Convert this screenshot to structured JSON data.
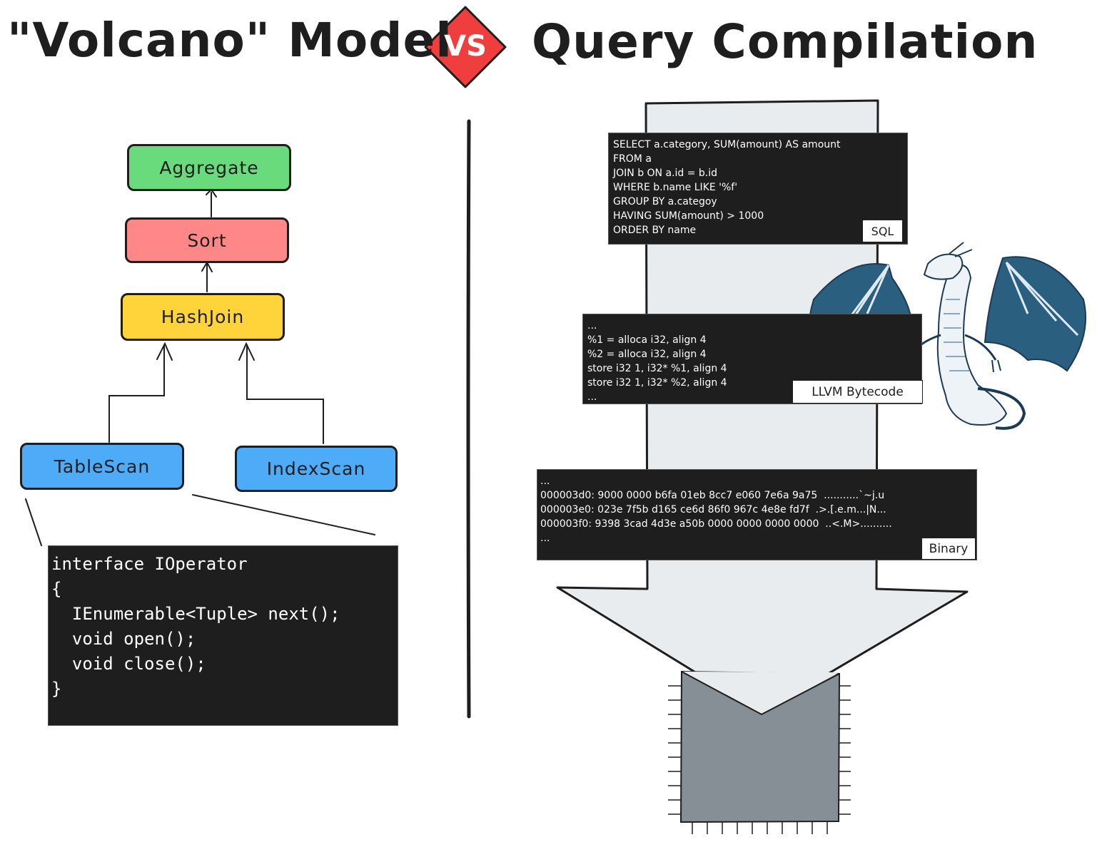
{
  "titles": {
    "left": "\"Volcano\" Model",
    "vs": "VS",
    "right": "Query Compilation"
  },
  "colors": {
    "aggregate": "#69db7c",
    "sort": "#ff8787",
    "hashjoin": "#ffd43b",
    "scan": "#4dabf7",
    "vs_badge": "#f03e3e",
    "code_bg": "#1e1e1e",
    "arrow_fill": "#e9ecef",
    "chip_fill": "#868e96"
  },
  "volcano": {
    "nodes": {
      "aggregate": "Aggregate",
      "sort": "Sort",
      "hashjoin": "HashJoin",
      "tablescan": "TableScan",
      "indexscan": "IndexScan"
    },
    "interface_code": [
      "interface IOperator",
      "{",
      "  IEnumerable<Tuple> next();",
      "  void open();",
      "  void close();",
      "}"
    ]
  },
  "compilation": {
    "sql": {
      "lines": [
        "SELECT a.category, SUM(amount) AS amount",
        "FROM a",
        "JOIN b ON a.id = b.id",
        "WHERE b.name LIKE '%f'",
        "GROUP BY a.categoy",
        "HAVING SUM(amount) > 1000",
        "ORDER BY name"
      ],
      "tag": "SQL"
    },
    "llvm": {
      "lines": [
        "...",
        "%1 = alloca i32, align 4",
        "%2 = alloca i32, align 4",
        "store i32 1, i32* %1, align 4",
        "store i32 1, i32* %2, align 4",
        "..."
      ],
      "tag": "LLVM Bytecode"
    },
    "binary": {
      "lines": [
        "...",
        "000003d0: 9000 0000 b6fa 01eb 8cc7 e060 7e6a 9a75  ...........`~j.u",
        "000003e0: 023e 7f5b d165 ce6d 86f0 967c 4e8e fd7f  .>.[.e.m...|N...",
        "000003f0: 9398 3cad 4d3e a50b 0000 0000 0000 0000  ..<.M>..........",
        "..."
      ],
      "tag": "Binary"
    },
    "dragon_icon": "llvm-dragon-icon",
    "chip_icon": "cpu-chip-icon"
  }
}
